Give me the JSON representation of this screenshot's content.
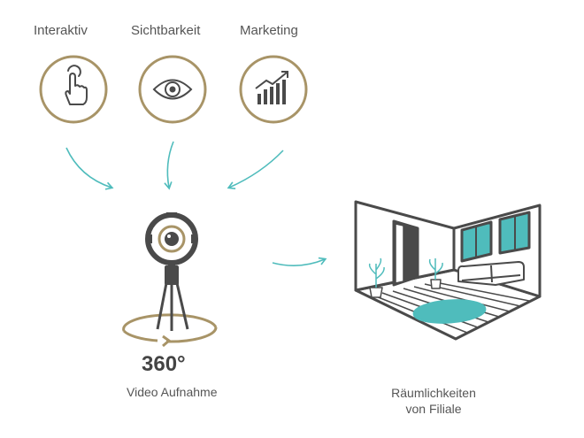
{
  "icons": [
    {
      "label": "Interaktiv",
      "icon": "touch-hand-icon"
    },
    {
      "label": "Sichtbarkeit",
      "icon": "eye-icon"
    },
    {
      "label": "Marketing",
      "icon": "growth-chart-icon"
    }
  ],
  "camera": {
    "degrees": "360°",
    "caption": "Video Aufnahme"
  },
  "room": {
    "caption_line1": "Räumlichkeiten",
    "caption_line2": "von Filiale"
  },
  "colors": {
    "gold": "#a89467",
    "teal": "#4fbcbc",
    "dark": "#4a4a4a",
    "text": "#555555"
  }
}
